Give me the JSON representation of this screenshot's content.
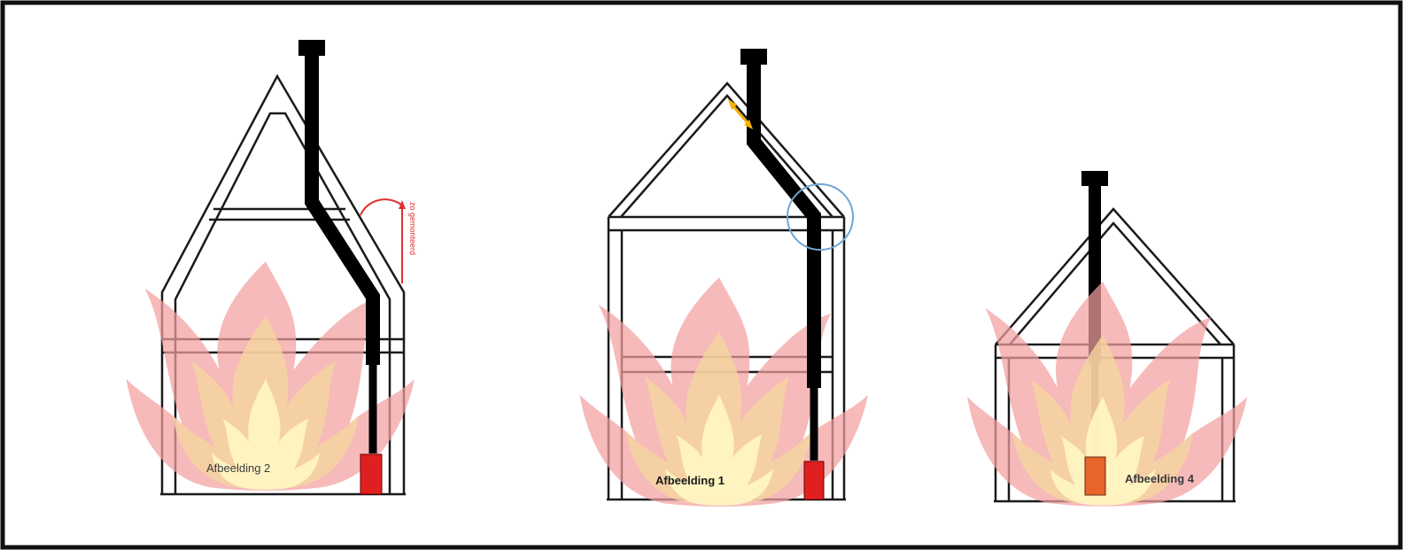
{
  "captions": {
    "figure_2": "Afbeelding 2",
    "figure_1": "Afbeelding 1",
    "figure_4": "Afbeelding 4"
  },
  "annotations": {
    "rotated_note": "zo gemonteerd"
  },
  "colors": {
    "outline": "#1a1a1a",
    "chimney": "#000000",
    "stove": "#e02020",
    "stove_faded": "#e8642a",
    "annotation_red": "#e03030",
    "arrow_orange": "#f2b400",
    "circle_blue": "#6fa6d4",
    "flame_outer": "#f3a0a0",
    "flame_mid": "#f6d6a0",
    "flame_inner": "#fff6c4"
  },
  "icons": {
    "flame": "fire-icon",
    "chimney_cap": "chimney-cap-icon",
    "stove": "stove-icon"
  }
}
